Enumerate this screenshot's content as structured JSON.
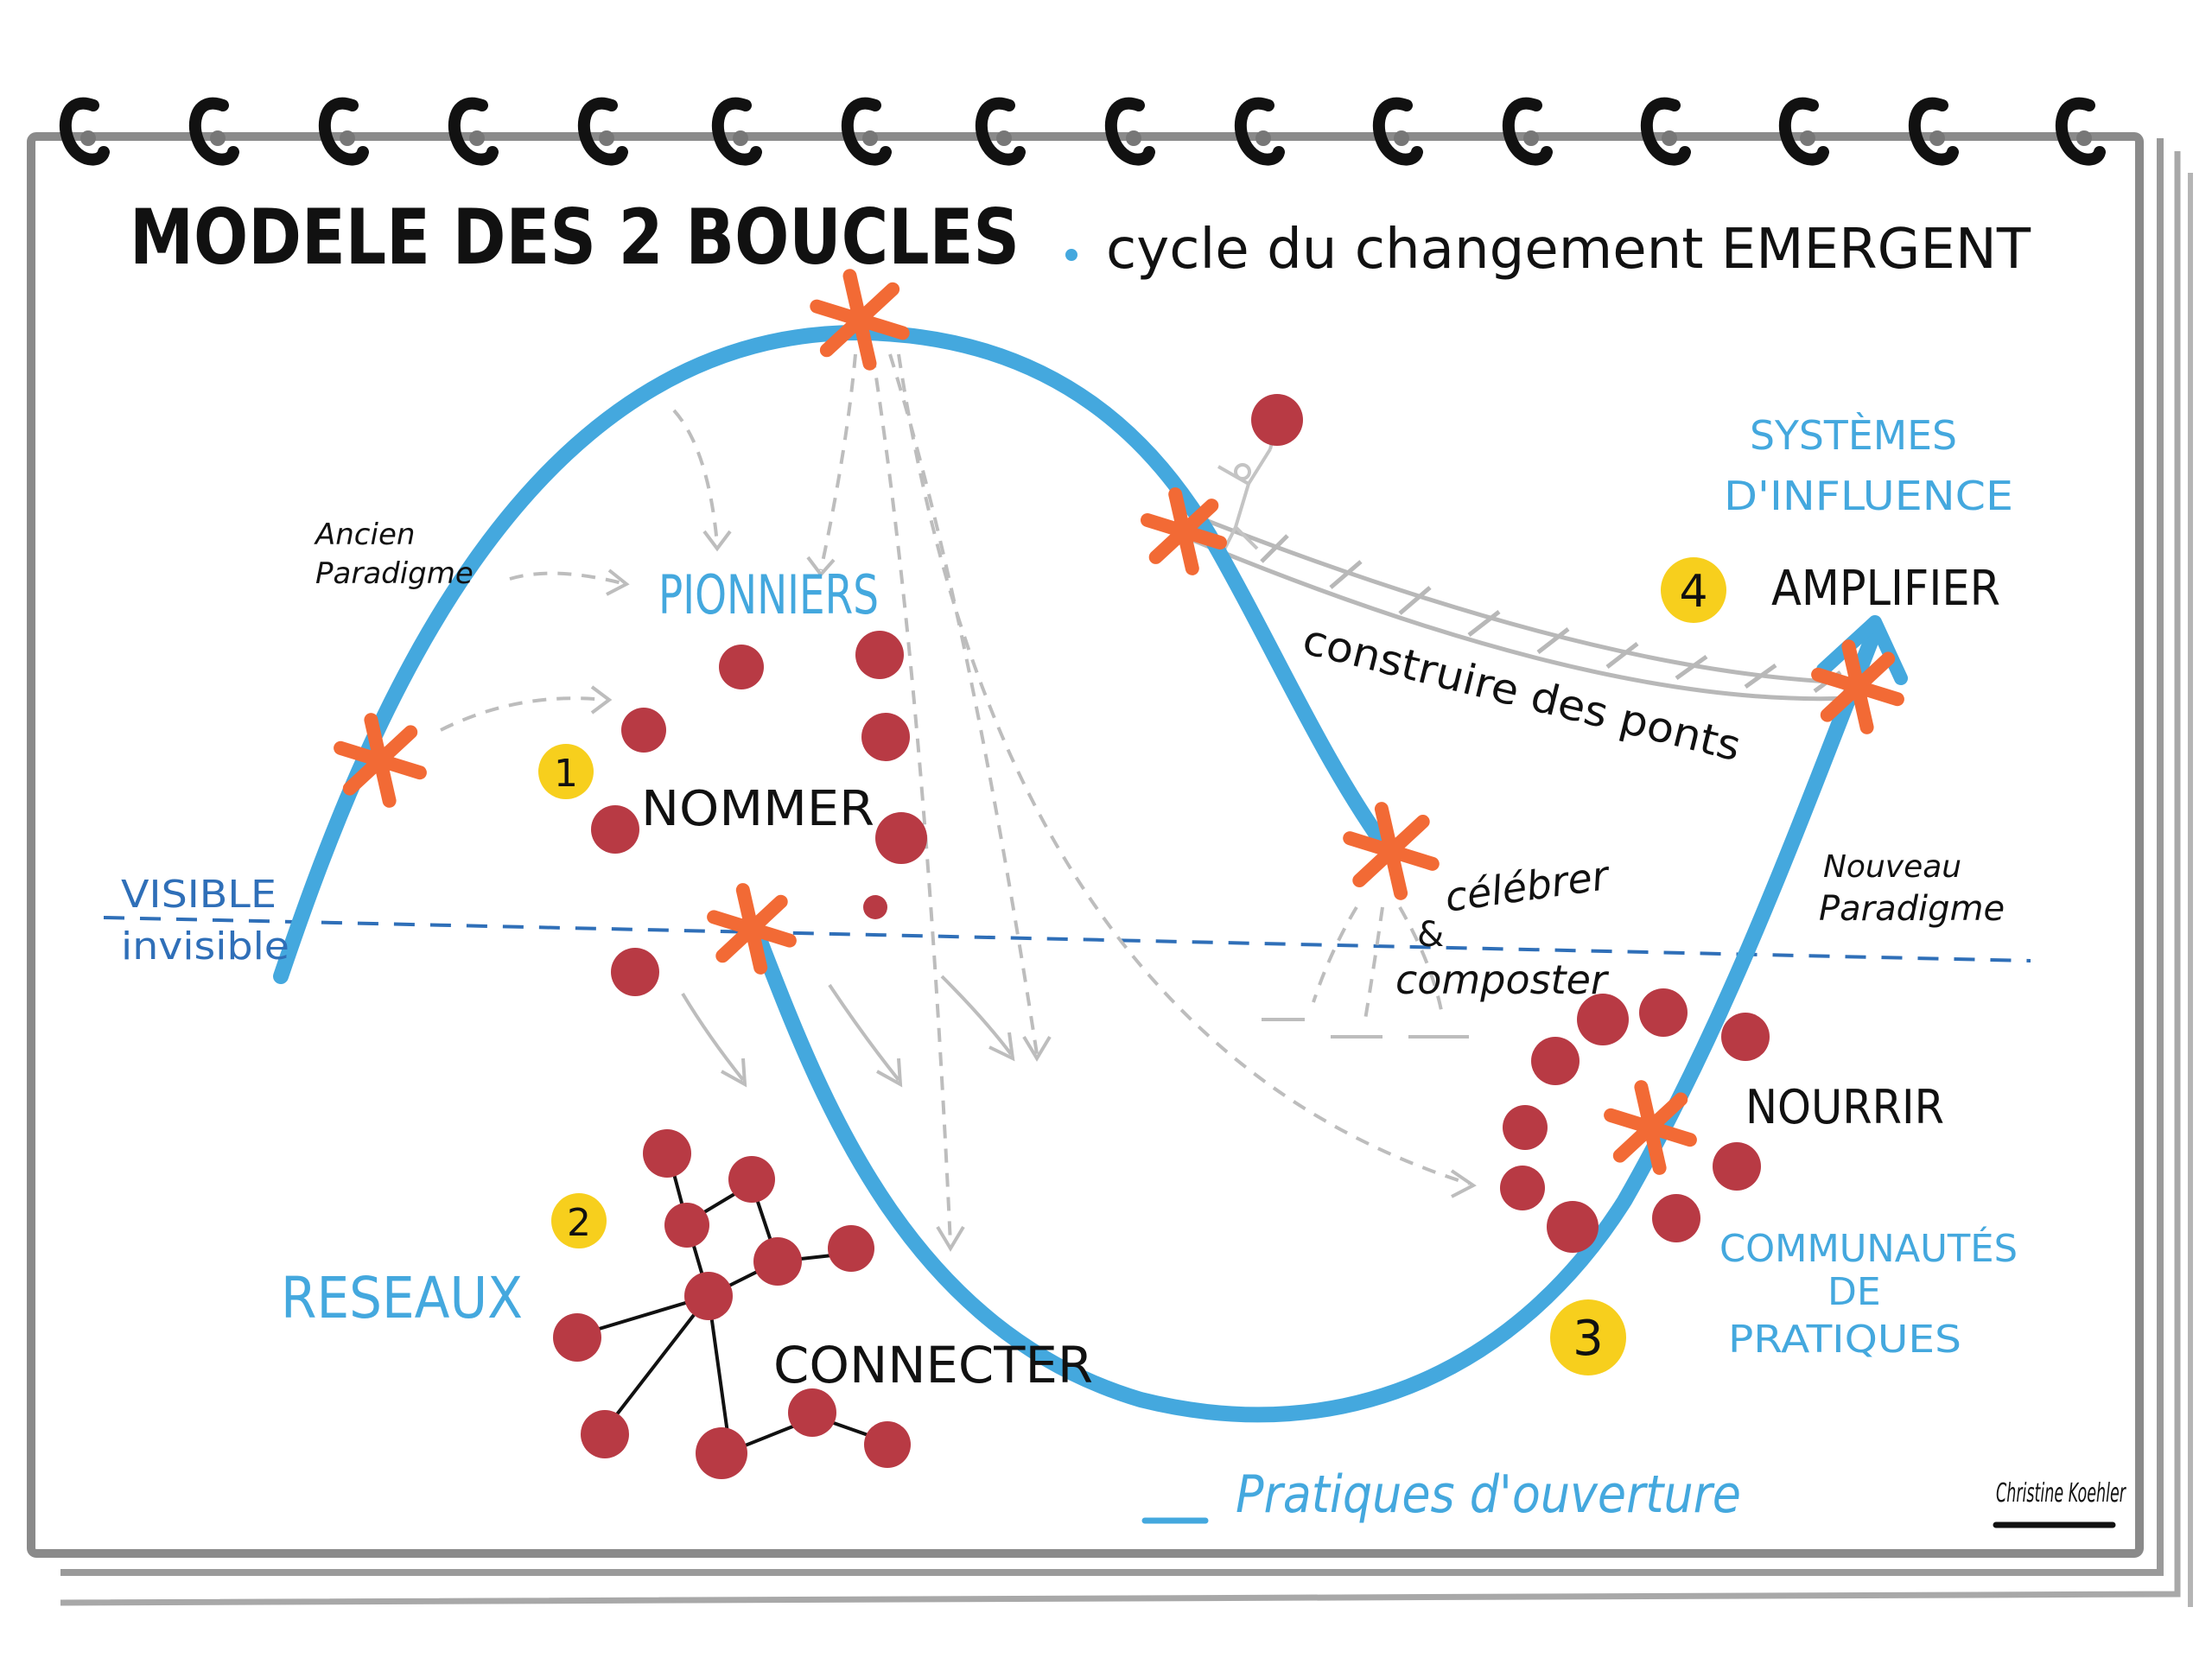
{
  "title": {
    "main": "MODELE DES 2 BOUCLES",
    "subtitle": "cycle du changement EMERGENT"
  },
  "labels": {
    "ancien": "Ancien",
    "ancien2": "Paradigme",
    "pionniers": "PIONNIERS",
    "nommer": "NOMMER",
    "visible": "VISIBLE",
    "invisible": "invisible",
    "reseaux": "RESEAUX",
    "connecter": "CONNECTER",
    "construire": "construire des ponts",
    "celebrer": "célébrer",
    "et": "&",
    "composter": "composter",
    "systemes1": "SYSTÈMES",
    "systemes2": "D'INFLUENCE",
    "amplifier": "AMPLIFIER",
    "nouveau": "Nouveau",
    "nouveau2": "Paradigme",
    "nourrir": "NOURRIR",
    "communautes1": "COMMUNAUTÉS",
    "communautes2": "DE",
    "communautes3": "PRATIQUES",
    "pratiques": "Pratiques d'ouverture",
    "signature": "Christine Koehler"
  },
  "badges": [
    "1",
    "2",
    "3",
    "4"
  ],
  "colors": {
    "loop": "#44a8de",
    "star": "#f26a35",
    "dot": "#b83a44",
    "badge": "#f7cf1d",
    "ink": "#111111",
    "divider": "#2f6fb8",
    "gray": "#b8b8b8",
    "frame": "#8a8a8a"
  }
}
